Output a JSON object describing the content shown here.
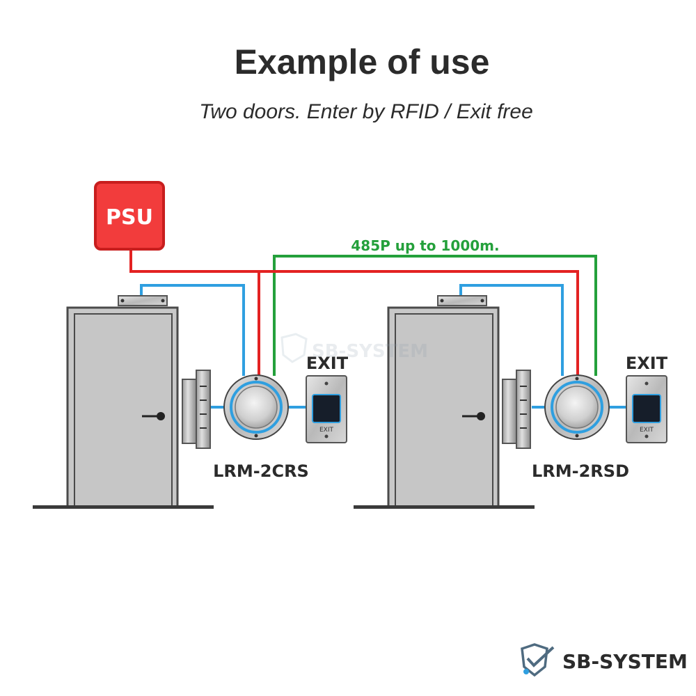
{
  "header": {
    "title": "Example of use",
    "subtitle": "Two doors. Enter by RFID /  Exit free"
  },
  "psu": {
    "label": "PSU"
  },
  "bus": {
    "label": "485P up to 1000m."
  },
  "doors": [
    {
      "reader_model": "LRM-2CRS",
      "exit_label": "EXIT",
      "button_text": "EXIT"
    },
    {
      "reader_model": "LRM-2RSD",
      "exit_label": "EXIT",
      "button_text": "EXIT"
    }
  ],
  "watermark": {
    "text": "SB-SYSTEM"
  },
  "logo": {
    "text": "SB-SYSTEM"
  },
  "colors": {
    "power_wire": "#e32222",
    "bus_wire": "#24a03b",
    "signal_wire": "#2f9fe0",
    "psu_fill": "#f23c3c",
    "door_fill": "#c8c8c8",
    "text": "#2b2b2b"
  }
}
